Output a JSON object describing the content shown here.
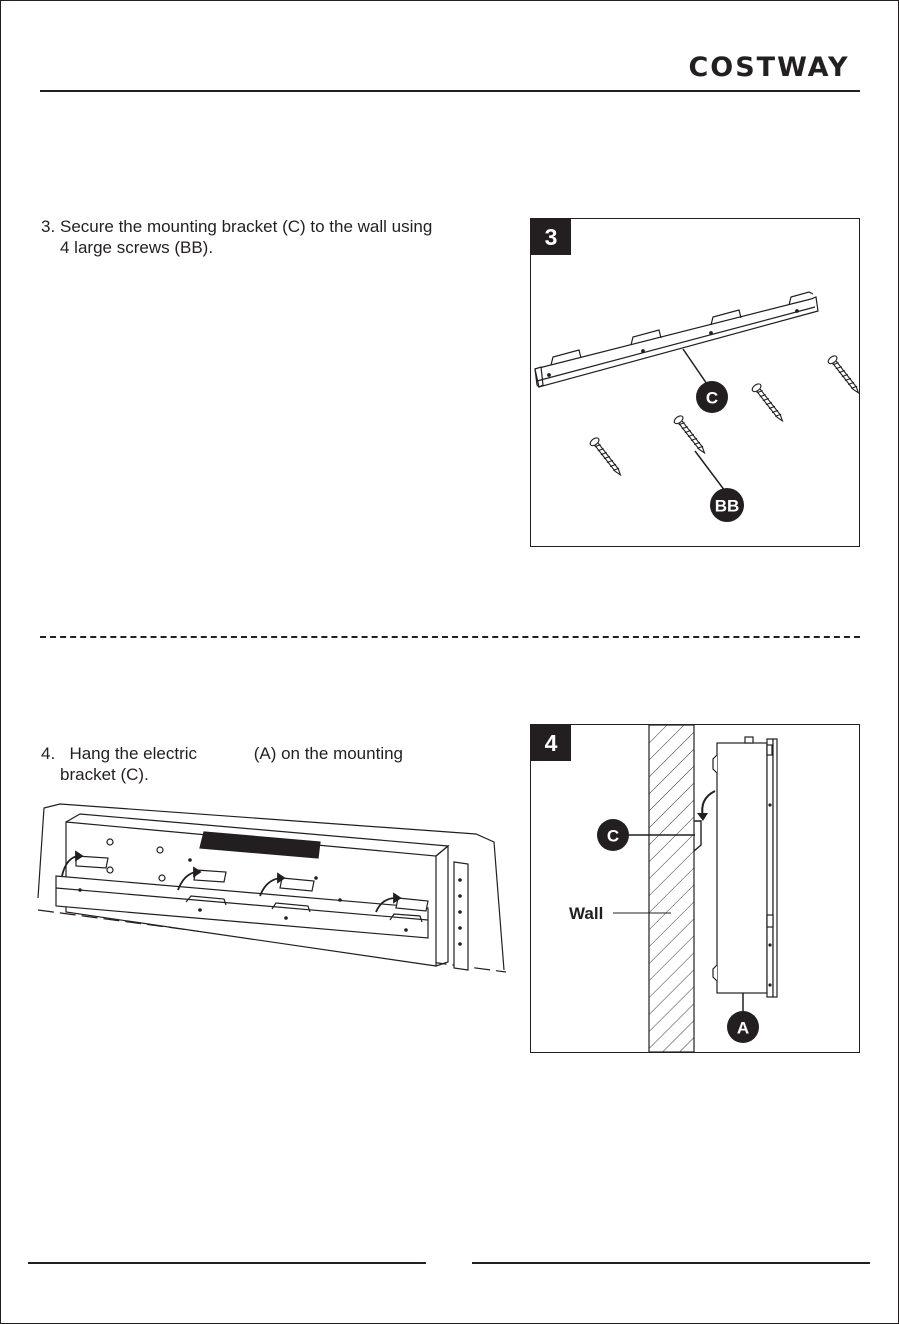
{
  "brand": {
    "logo_text": "COSTWAY"
  },
  "step3": {
    "number": "3.",
    "line1": "Secure the mounting bracket (C) to the wall using",
    "line2": "4 large screws (BB).",
    "badge": "3",
    "callout_c": "C",
    "callout_bb": "BB"
  },
  "step4": {
    "number": "4.",
    "line1": "Hang the electric            (A) on the mounting",
    "line2": "bracket (C).",
    "badge": "4",
    "callout_c": "C",
    "callout_a": "A",
    "wall_label": "Wall"
  },
  "colors": {
    "ink": "#231f20",
    "paper": "#ffffff"
  }
}
